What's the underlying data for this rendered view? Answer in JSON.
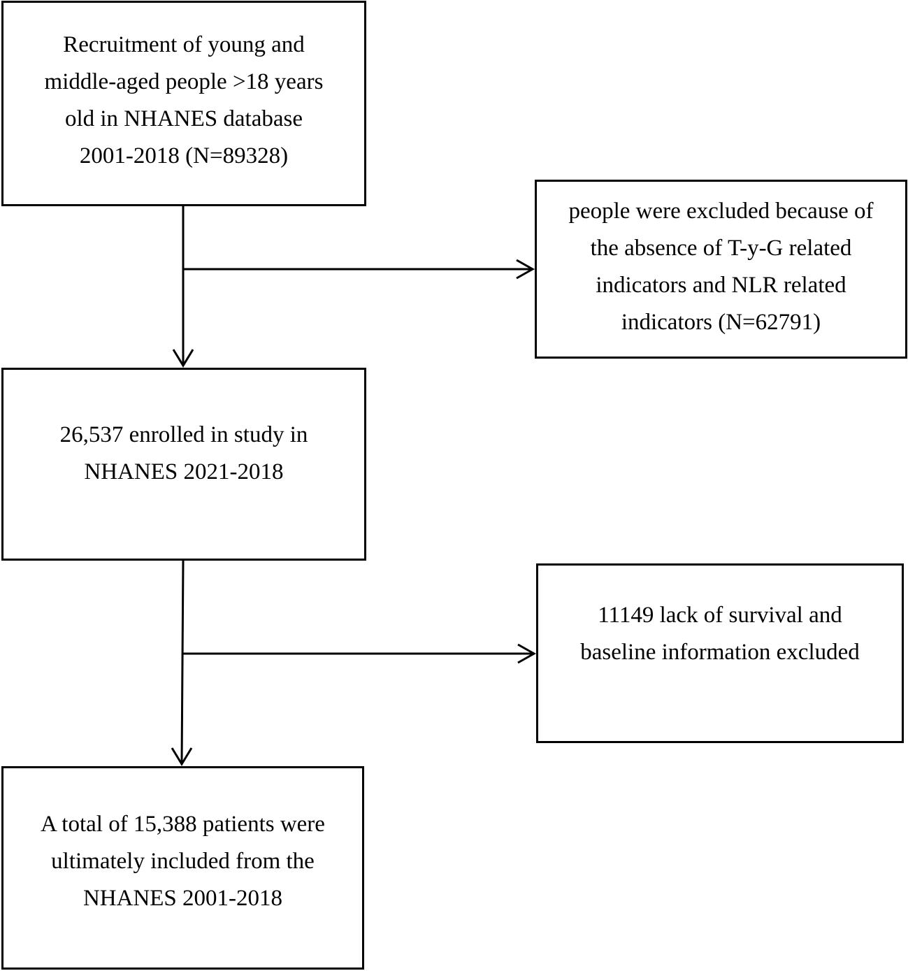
{
  "flowchart": {
    "recruitment": {
      "text": "Recruitment of young and\nmiddle-aged people >18 years\nold in NHANES database\n2001-2018 (N=89328)"
    },
    "exclusion_1": {
      "text": "people were excluded because of\nthe absence of T-y-G related\nindicators and NLR related\nindicators (N=62791)"
    },
    "enrolled": {
      "text": "26,537 enrolled in study in\nNHANES 2021-2018"
    },
    "exclusion_2": {
      "text": "11149 lack of survival and\nbaseline information excluded"
    },
    "final": {
      "text": "A total of 15,388 patients were\nultimately included from the\nNHANES 2001-2018"
    }
  },
  "colors": {
    "stroke": "#000000",
    "background": "#ffffff"
  }
}
